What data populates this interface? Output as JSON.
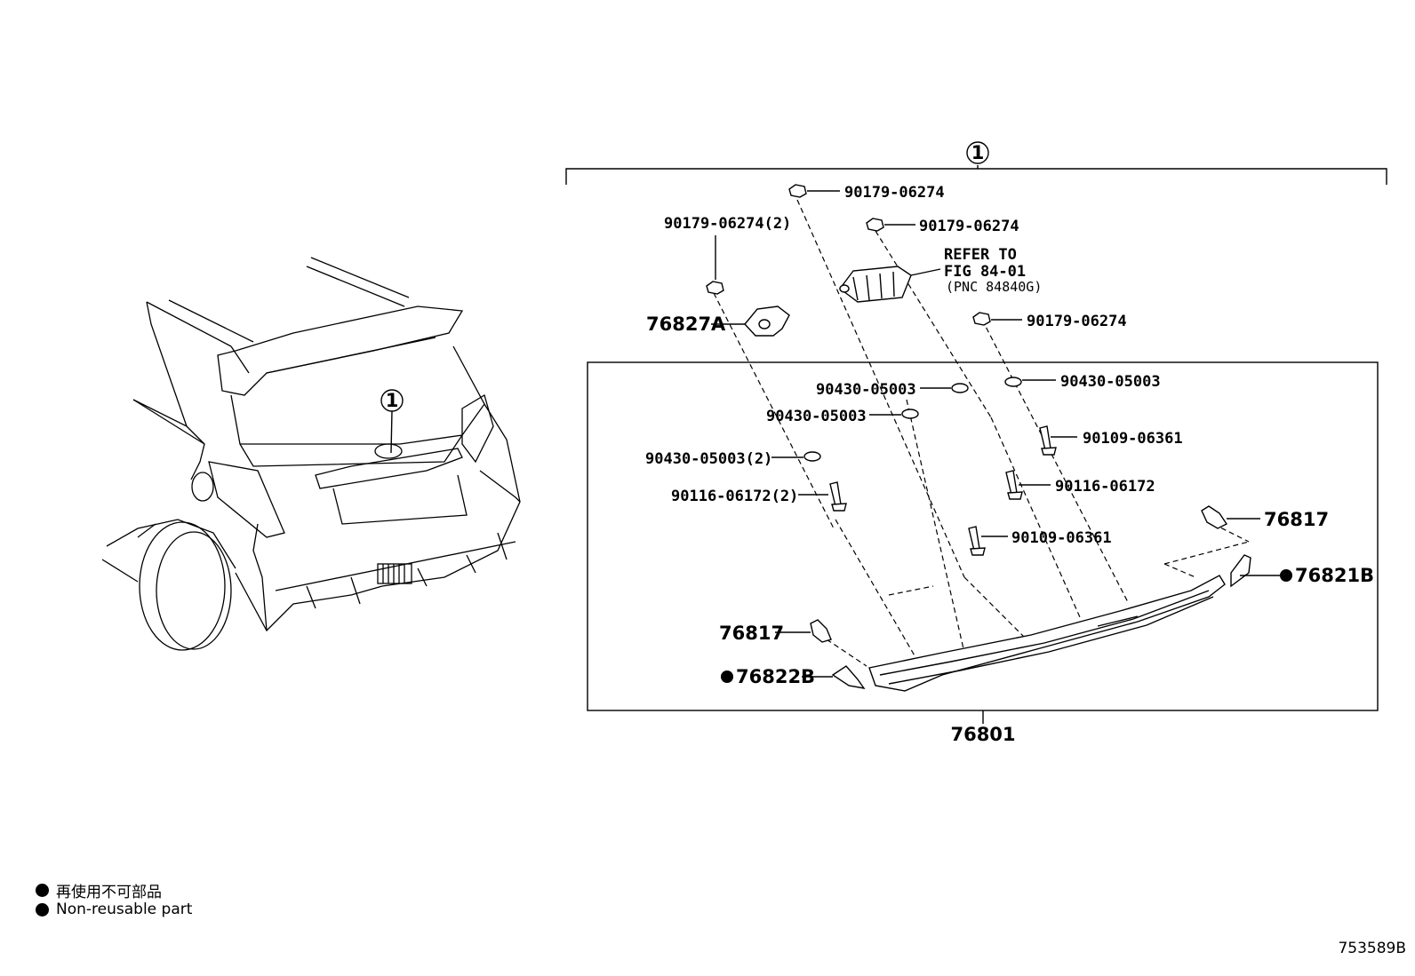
{
  "callout_number": "1",
  "labels": {
    "top_clip_1": "90179-06274",
    "top_clip_2": "90179-06274",
    "top_clip_left": "90179-06274(2)",
    "refer_line1": "REFER TO",
    "refer_line2": "FIG 84-01",
    "refer_line3": "(PNC 84840G)",
    "clip_right": "90179-06274",
    "bracket_a": "76827A",
    "washer_1": "90430-05003",
    "washer_2": "90430-05003",
    "washer_3": "90430-05003",
    "washer_4": "90430-05003(2)",
    "screw_1": "90109-06361",
    "screw_2": "90116-06172",
    "screw_3": "90116-06172(2)",
    "screw_4": "90109-06361",
    "clip_76817_right": "76817",
    "clip_76817_left": "76817",
    "pad_right": "76821B",
    "pad_left": "76822B",
    "spoiler": "76801"
  },
  "legend": {
    "line1": "再使用不可部品",
    "line2": "Non-reusable part"
  },
  "diagram_id": "753589B"
}
